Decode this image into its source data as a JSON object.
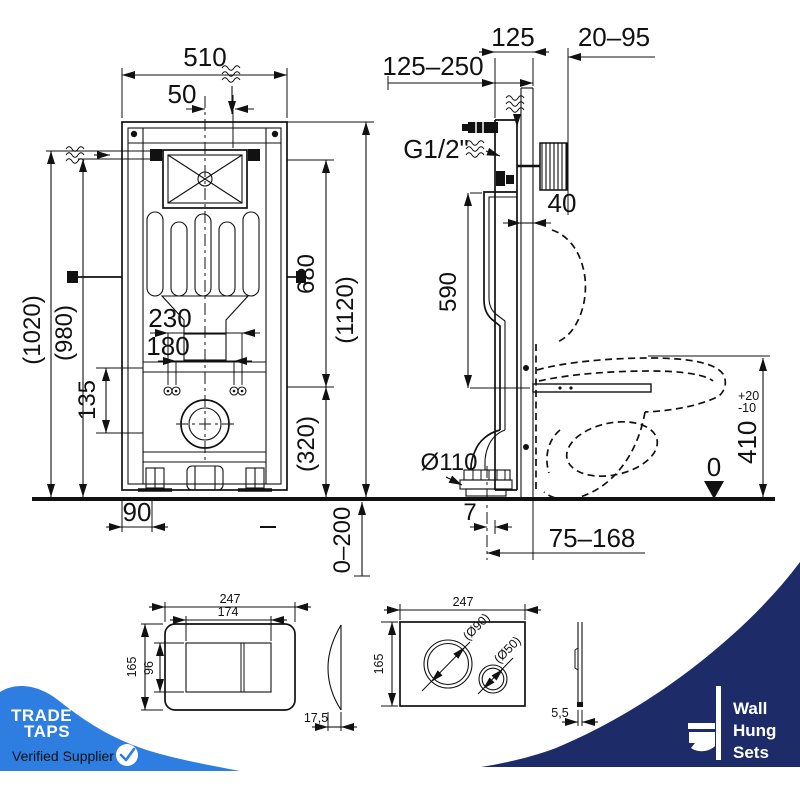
{
  "page": {
    "background": "#ffffff",
    "line_color": "#111111"
  },
  "branding": {
    "trade_taps": {
      "line1": "TRADE",
      "line2": "TAPS",
      "badge_label": "Verified Supplier",
      "check_icon": "check-mark",
      "color": "#2d7ee0"
    },
    "wall_hung_sets": {
      "line1": "Wall",
      "line2": "Hung",
      "line3": "Sets",
      "icon": "wall-hung-toilet",
      "color": "#1d2b69"
    }
  },
  "drawing": {
    "front_view": {
      "width": "510",
      "supply_offset": "50",
      "height_overall": "(1020)",
      "height_inner": "(980)",
      "bracket_height": "135",
      "bolt_spacing_a": "230",
      "bolt_spacing_b": "180",
      "cistern_height": "680",
      "frame_height": "(1120)",
      "lower_height": "(320)",
      "foot_width": "90",
      "floor_adjust": "0–200"
    },
    "side_view": {
      "frame_depth": "125",
      "pipe_range": "125–250",
      "wall_range": "20–95",
      "water_connection": "G1/2\"",
      "wall_gap": "40",
      "flush_height": "590",
      "drain_diameter": "Ø110",
      "drain_offset": "7",
      "outlet_range": "75–168",
      "seat_height": "410",
      "seat_tol_plus": "+20",
      "seat_tol_minus": "-10",
      "datum": "0"
    },
    "plate_rect": {
      "width": "247",
      "button_width": "174",
      "height": "165",
      "button_height": "96",
      "thickness": "17,5"
    },
    "plate_round": {
      "width": "247",
      "height": "165",
      "dia_large": "(Ø90)",
      "dia_small": "(Ø50)",
      "thickness": "5,5"
    }
  }
}
